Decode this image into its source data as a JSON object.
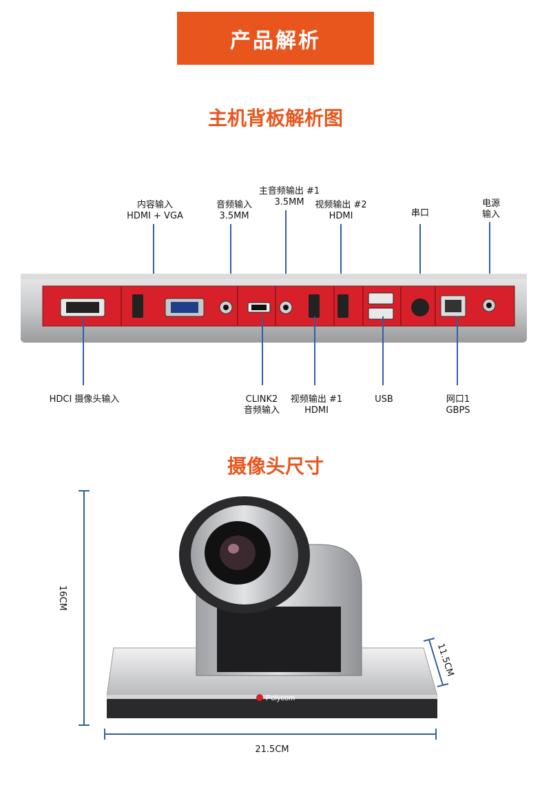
{
  "banner": {
    "title": "产品解析"
  },
  "sections": {
    "backpanel_title": "主机背板解析图",
    "camera_title": "摄像头尺寸"
  },
  "ports_top": {
    "content_in_1": "内容输入",
    "content_in_2": "HDMI + VGA",
    "audio_in_1": "音频输入",
    "audio_in_2": "3.5MM",
    "main_audio_out_1": "主音频输出 #1",
    "main_audio_out_2": "3.5MM",
    "video_out2_1": "视频输出 #2",
    "video_out2_2": "HDMI",
    "serial": "串口",
    "power_1": "电源",
    "power_2": "输入"
  },
  "ports_bottom": {
    "hdci": "HDCI 摄像头输入",
    "clink_1": "CLINK2",
    "clink_2": "音频输入",
    "video_out1_1": "视频输出 #1",
    "video_out1_2": "HDMI",
    "usb": "USB",
    "net_1": "网口1",
    "net_2": "GBPS"
  },
  "camera": {
    "height": "16CM",
    "depth": "11.5CM",
    "width": "21.5CM",
    "brand": "Polycom"
  },
  "colors": {
    "accent": "#e8561e",
    "panel_red": "#d8202a",
    "callout": "#2f5da8"
  }
}
